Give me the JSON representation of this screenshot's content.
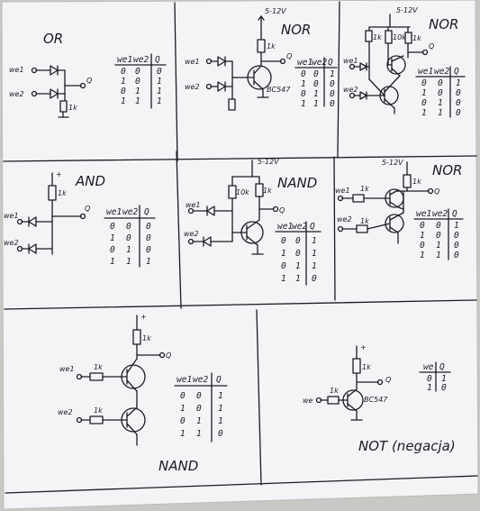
{
  "panels": [
    {
      "title": "OR",
      "inputs": [
        "we1",
        "we2"
      ],
      "resistor": "1k",
      "output": "Q",
      "table": {
        "headers": [
          "we1",
          "we2",
          "Q"
        ],
        "rows": [
          [
            "0",
            "0",
            "0"
          ],
          [
            "1",
            "0",
            "1"
          ],
          [
            "0",
            "1",
            "1"
          ],
          [
            "1",
            "1",
            "1"
          ]
        ]
      }
    },
    {
      "title": "NOR",
      "supply": "5-12V",
      "resistors": [
        "1k"
      ],
      "transistor": "BC547",
      "inputs": [
        "we1",
        "we2"
      ],
      "output": "Q",
      "table": {
        "headers": [
          "we1",
          "we2",
          "Q"
        ],
        "rows": [
          [
            "0",
            "0",
            "1"
          ],
          [
            "1",
            "0",
            "0"
          ],
          [
            "0",
            "1",
            "0"
          ],
          [
            "1",
            "1",
            "0"
          ]
        ]
      }
    },
    {
      "title": "NOR",
      "supply": "5-12V",
      "resistors": [
        "1k",
        "10k",
        "1k"
      ],
      "inputs": [
        "we1",
        "we2"
      ],
      "output": "Q",
      "table": {
        "headers": [
          "we1",
          "we2",
          "Q"
        ],
        "rows": [
          [
            "0",
            "0",
            "1"
          ],
          [
            "1",
            "0",
            "0"
          ],
          [
            "0",
            "1",
            "0"
          ],
          [
            "1",
            "1",
            "0"
          ]
        ]
      }
    },
    {
      "title": "AND",
      "supply": "+",
      "resistor": "1k",
      "inputs": [
        "we1",
        "we2"
      ],
      "output": "Q",
      "table": {
        "headers": [
          "we1",
          "we2",
          "Q"
        ],
        "rows": [
          [
            "0",
            "0",
            "0"
          ],
          [
            "1",
            "0",
            "0"
          ],
          [
            "0",
            "1",
            "0"
          ],
          [
            "1",
            "1",
            "1"
          ]
        ]
      }
    },
    {
      "title": "NAND",
      "supply": "5-12V",
      "resistors": [
        "10k",
        "1k"
      ],
      "inputs": [
        "we1",
        "we2"
      ],
      "output": "Q",
      "table": {
        "headers": [
          "we1",
          "we2",
          "Q"
        ],
        "rows": [
          [
            "0",
            "0",
            "1"
          ],
          [
            "1",
            "0",
            "1"
          ],
          [
            "0",
            "1",
            "1"
          ],
          [
            "1",
            "1",
            "0"
          ]
        ]
      }
    },
    {
      "title": "NOR",
      "supply": "5-12V",
      "resistors": [
        "1k",
        "1k",
        "1k"
      ],
      "inputs": [
        "we1",
        "we2"
      ],
      "output": "Q",
      "table": {
        "headers": [
          "we1",
          "we2",
          "Q"
        ],
        "rows": [
          [
            "0",
            "0",
            "1"
          ],
          [
            "1",
            "0",
            "0"
          ],
          [
            "0",
            "1",
            "0"
          ],
          [
            "1",
            "1",
            "0"
          ]
        ]
      }
    },
    {
      "title": "NAND",
      "supply": "+",
      "resistors": [
        "1k",
        "1k",
        "1k"
      ],
      "inputs": [
        "we1",
        "we2"
      ],
      "output": "Q",
      "table": {
        "headers": [
          "we1",
          "we2",
          "Q"
        ],
        "rows": [
          [
            "0",
            "0",
            "1"
          ],
          [
            "1",
            "0",
            "1"
          ],
          [
            "0",
            "1",
            "1"
          ],
          [
            "1",
            "1",
            "0"
          ]
        ]
      }
    },
    {
      "title": "NOT (negacja)",
      "supply": "+",
      "resistors": [
        "1k",
        "1k"
      ],
      "transistor": "BC547",
      "inputs": [
        "we"
      ],
      "output": "Q",
      "table": {
        "headers": [
          "we",
          "Q"
        ],
        "rows": [
          [
            "0",
            "1"
          ],
          [
            "1",
            "0"
          ]
        ]
      }
    }
  ]
}
